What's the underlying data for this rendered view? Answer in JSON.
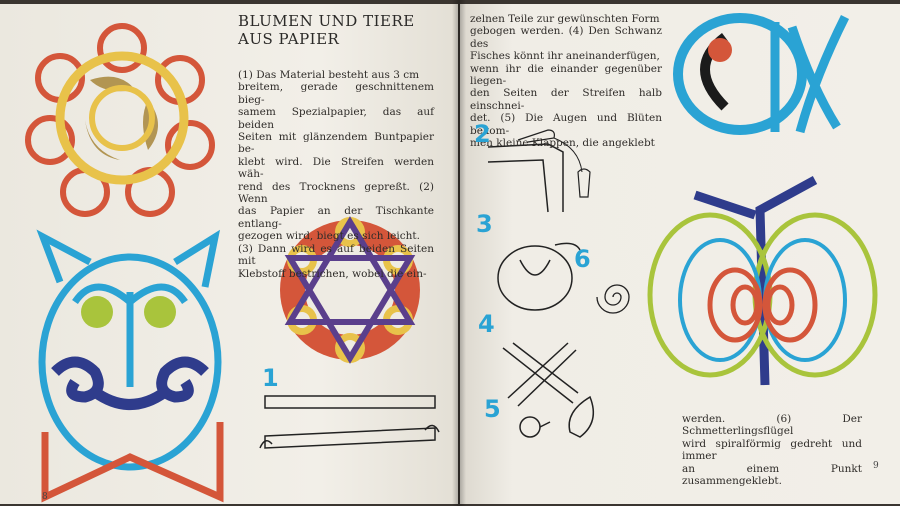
{
  "book": {
    "heading": [
      "BLUMEN UND TIERE",
      "AUS PAPIER"
    ],
    "left_column": [
      "(1) Das Material besteht aus 3 cm",
      "breitem, gerade geschnittenem bieg-",
      "samem Spezialpapier, das auf beiden",
      "Seiten mit glänzendem Buntpapier be-",
      "klebt wird. Die Streifen werden wäh-",
      "rend des Trocknens gepreßt. (2) Wenn",
      "das Papier an der Tischkante entlang-",
      "gezogen wird, biegt es sich leicht.",
      "(3) Dann wird es auf beiden Seiten mit",
      "Klebstoff bestrichen, wobei die ein-"
    ],
    "right_column": [
      "zelnen Teile zur gewünschten Form",
      "gebogen werden. (4) Den Schwanz des",
      "Fisches könnt ihr aneinanderfügen,",
      "wenn ihr die einander gegenüber liegen-",
      "den Seiten der Streifen halb einschnei-",
      "det. (5) Die Augen und Blüten bekom-",
      "men kleine Klappen, die angeklebt"
    ],
    "bottom_column": [
      "werden. (6) Der Schmetterlingsflügel",
      "wird spiralförmig gedreht und immer",
      "an einem Punkt zusammengeklebt."
    ],
    "page_left": "8",
    "page_right": "9",
    "step_numbers": [
      "1",
      "2",
      "3",
      "4",
      "5",
      "6"
    ]
  },
  "colors": {
    "blue": "#2aa3d4",
    "navy": "#2f3c8c",
    "red": "#d4563a",
    "yellow": "#e8c24a",
    "green": "#a9c43c",
    "purple": "#5a3f8c"
  }
}
